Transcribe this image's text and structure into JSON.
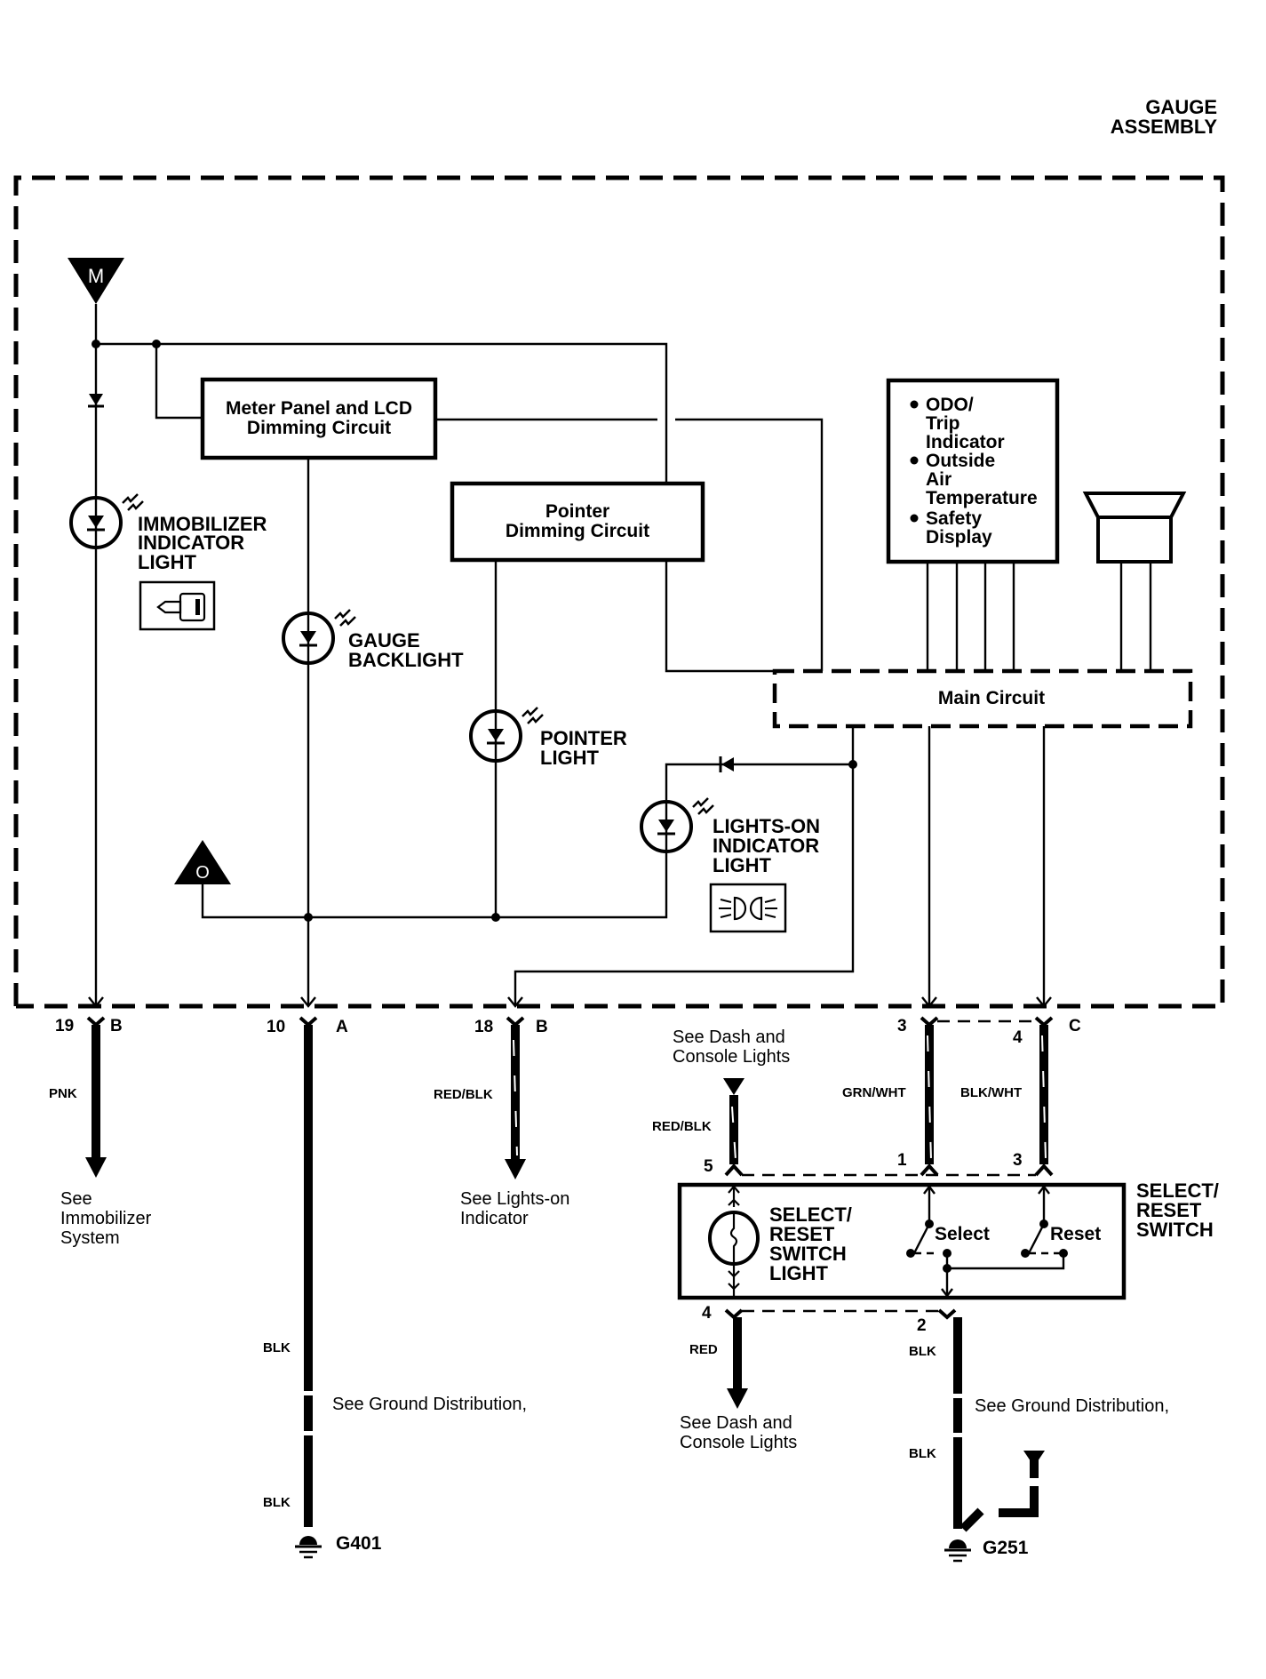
{
  "title": {
    "line1": "GAUGE",
    "line2": "ASSEMBLY"
  },
  "power_source": "M",
  "ground_ref": "O",
  "modules": {
    "meter_dimming": [
      "Meter Panel and LCD",
      "Dimming Circuit"
    ],
    "pointer_dimming": [
      "Pointer",
      "Dimming Circuit"
    ],
    "main_circuit": "Main Circuit",
    "display_list": {
      "bullets": [
        [
          "ODO/",
          "Trip",
          "Indicator"
        ],
        [
          "Outside",
          "Air",
          "Temperature"
        ],
        [
          "Safety",
          "Display"
        ]
      ]
    }
  },
  "lights": {
    "immobilizer": [
      "IMMOBILIZER",
      "INDICATOR",
      "LIGHT"
    ],
    "gauge_backlight": [
      "GAUGE",
      "BACKLIGHT"
    ],
    "pointer": [
      "POINTER",
      "LIGHT"
    ],
    "lights_on": [
      "LIGHTS-ON",
      "INDICATOR",
      "LIGHT"
    ]
  },
  "connectors": [
    {
      "pin": "19",
      "connector": "B",
      "wire": "PNK",
      "ref": [
        "See",
        "Immobilizer",
        "System"
      ]
    },
    {
      "pin": "10",
      "connector": "A",
      "wire": "BLK",
      "wire2": "BLK",
      "ref": [
        "See Ground Distribution,"
      ],
      "ground": "G401"
    },
    {
      "pin": "18",
      "connector": "B",
      "wire": "RED/BLK",
      "ref": [
        "See Lights-on",
        "Indicator"
      ]
    },
    {
      "pin": "3",
      "connector": "",
      "wire": "GRN/WHT"
    },
    {
      "pin": "4",
      "connector": "C",
      "wire": "BLK/WHT"
    }
  ],
  "switch": {
    "title": [
      "SELECT/",
      "RESET",
      "SWITCH"
    ],
    "light_label": [
      "SELECT/",
      "RESET",
      "SWITCH",
      "LIGHT"
    ],
    "select": "Select",
    "reset": "Reset",
    "top_pins": [
      "5",
      "1",
      "3"
    ],
    "bottom_pins": [
      "4",
      "2"
    ],
    "input_wire": "RED/BLK",
    "input_ref": [
      "See Dash and",
      "Console Lights"
    ],
    "out_wire": "RED",
    "out_ref": [
      "See Dash and",
      "Console Lights"
    ],
    "gnd_wire": "BLK",
    "gnd_wire2": "BLK",
    "gnd_ref": "See Ground Distribution,",
    "ground": "G251"
  }
}
